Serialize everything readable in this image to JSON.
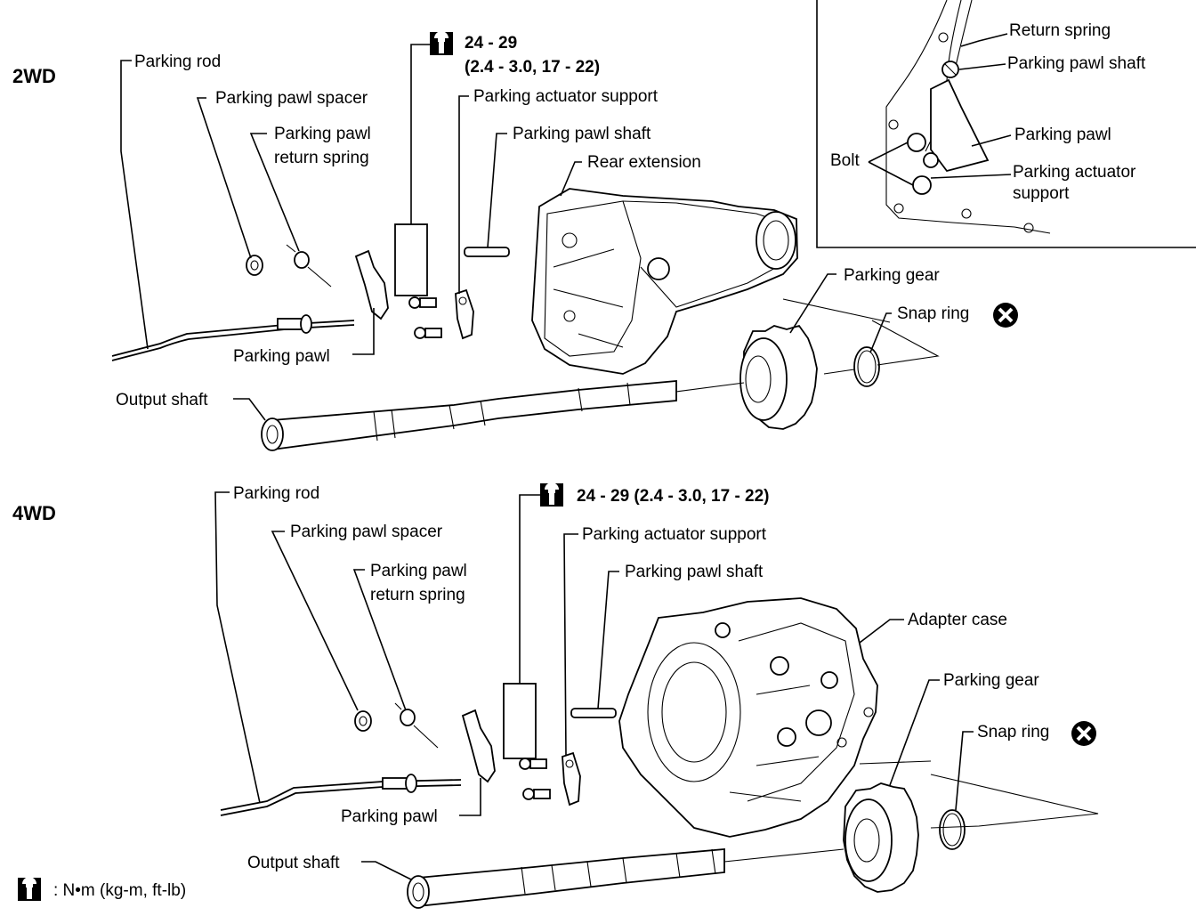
{
  "sections": {
    "twowd": {
      "title": "2WD",
      "labels": {
        "parking_rod": "Parking rod",
        "parking_pawl_spacer": "Parking pawl spacer",
        "parking_pawl_return_spring_1": "Parking pawl",
        "parking_pawl_return_spring_2": "return spring",
        "torque_1": "24 - 29",
        "torque_2": "(2.4 - 3.0, 17 - 22)",
        "parking_actuator_support": "Parking actuator support",
        "parking_pawl_shaft": "Parking pawl shaft",
        "rear_extension": "Rear extension",
        "parking_gear": "Parking gear",
        "snap_ring": "Snap ring",
        "parking_pawl": "Parking pawl",
        "output_shaft": "Output shaft"
      }
    },
    "fourwd": {
      "title": "4WD",
      "labels": {
        "parking_rod": "Parking rod",
        "parking_pawl_spacer": "Parking pawl spacer",
        "parking_pawl_return_spring_1": "Parking pawl",
        "parking_pawl_return_spring_2": "return spring",
        "torque": "24 - 29 (2.4 - 3.0, 17 - 22)",
        "parking_actuator_support": "Parking actuator support",
        "parking_pawl_shaft": "Parking pawl shaft",
        "adapter_case": "Adapter case",
        "parking_gear": "Parking gear",
        "snap_ring": "Snap ring",
        "parking_pawl": "Parking pawl",
        "output_shaft": "Output shaft"
      }
    },
    "inset": {
      "return_spring": "Return spring",
      "parking_pawl_shaft": "Parking pawl shaft",
      "parking_pawl": "Parking pawl",
      "bolt": "Bolt",
      "parking_actuator_support_1": "Parking actuator",
      "parking_actuator_support_2": "support"
    }
  },
  "legend": {
    "text": ": N•m (kg-m, ft-lb)",
    "icon": "torque-wrench-icon"
  }
}
